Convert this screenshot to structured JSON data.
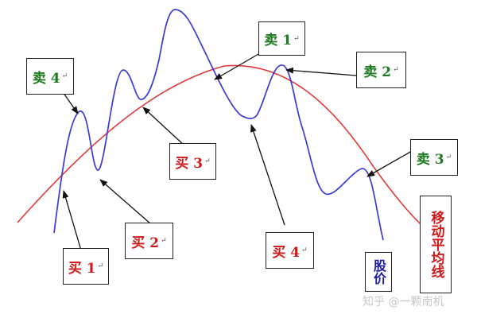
{
  "labels": {
    "sell1": "卖 1",
    "sell2": "卖 2",
    "sell3": "卖 3",
    "sell4": "卖 4",
    "buy1": "买 1",
    "buy2": "买 2",
    "buy3": "买 3",
    "buy4": "买 4",
    "price": "股价",
    "ma": "移动平均线",
    "return_mark": "↵"
  },
  "watermark": "知乎 @一颗南机",
  "colors": {
    "price_line": "#3a3ad6",
    "ma_line": "#e03a3a",
    "sell_text": "#1e7a1e",
    "buy_text": "#d01818",
    "price_label": "#1a1aa6"
  }
}
